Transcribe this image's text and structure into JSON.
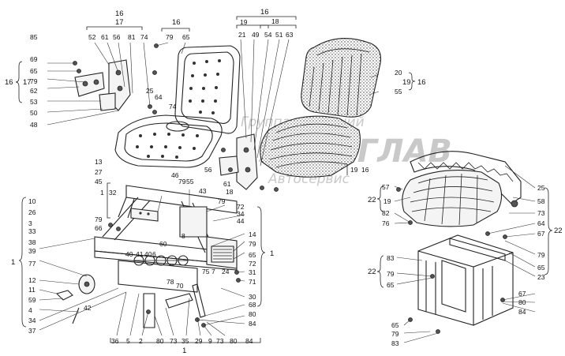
{
  "watermark": {
    "line1": "Группа компаний",
    "line2": "АВТОГЛАВ",
    "line3": "Автосервис"
  },
  "callouts": {
    "c16_top_left": "16",
    "c17_top_left": "17",
    "c52": "52",
    "c61a": "61",
    "c56": "56",
    "c81": "81",
    "c74a": "74",
    "c16_mid_top": "16",
    "c79_top": "79",
    "c65_top": "65",
    "c16_right_top": "16",
    "c18_top": "18",
    "c19_top": "19",
    "c21": "21",
    "c49": "49",
    "c54": "54",
    "c51": "51",
    "c63": "63",
    "c85": "85",
    "c69": "69",
    "c65_left": "65",
    "c79_left": "79",
    "c16_left": "16",
    "c17_left": "17",
    "c62": "62",
    "c53": "53",
    "c50": "50",
    "c48": "48",
    "c25_a": "25",
    "c64_a": "64",
    "c74_b": "74",
    "c20": "20",
    "c55": "55",
    "c19_right": "19",
    "c16_right": "16",
    "c56_b": "56",
    "c61_b": "61",
    "c18_b": "18",
    "c19_b": "19",
    "c16_b": "16",
    "c13": "13",
    "c27": "27",
    "c45": "45",
    "c1_a": "1",
    "c32": "32",
    "c46": "46",
    "c79_b": "79",
    "c55_b": "55",
    "c43": "43",
    "c79_c": "79",
    "c66": "66",
    "c79_d": "79",
    "c72_a": "72",
    "c34_a": "34",
    "c44": "44",
    "c14": "14",
    "c79_e": "79",
    "c65_b": "65",
    "c72_b": "72",
    "c1_right": "1",
    "c10": "10",
    "c26": "26",
    "c3": "3",
    "c33": "33",
    "c38": "38",
    "c39": "39",
    "c1_left": "1",
    "c77": "77",
    "c12": "12",
    "c11": "11",
    "c59": "59",
    "c4": "4",
    "c34_b": "34",
    "c37": "37",
    "c42": "42",
    "c40": "40",
    "c41": "41",
    "c40b": "40",
    "c6": "6",
    "c60": "60",
    "c8": "8",
    "c75": "75",
    "c7": "7",
    "c24": "24",
    "c78": "78",
    "c70": "70",
    "c31": "31",
    "c71": "71",
    "c30": "30",
    "c68": "68",
    "c80_a": "80",
    "c84_a": "84",
    "c36": "36",
    "c5": "5",
    "c2": "2",
    "c80_b": "80",
    "c73_a": "73",
    "c35": "35",
    "c29": "29",
    "c9": "9",
    "c73_b": "73",
    "c80_c": "80",
    "c84_b": "84",
    "c1_bottom": "1",
    "c57": "57",
    "c22_a": "22",
    "c19_c": "19",
    "c82": "82",
    "c76": "76",
    "c25_b": "25",
    "c58": "58",
    "c73_c": "73",
    "c64_b": "64",
    "c67_a": "67",
    "c22_b": "22",
    "c83_a": "83",
    "c22_c": "22",
    "c79_f": "79",
    "c65_c": "65",
    "c79_g": "79",
    "c65_d": "65",
    "c23": "23",
    "c67_b": "67",
    "c80_d": "80",
    "c84_c": "84",
    "c65_e": "65",
    "c79_h": "79",
    "c83_b": "83",
    "c32_1": "1"
  }
}
